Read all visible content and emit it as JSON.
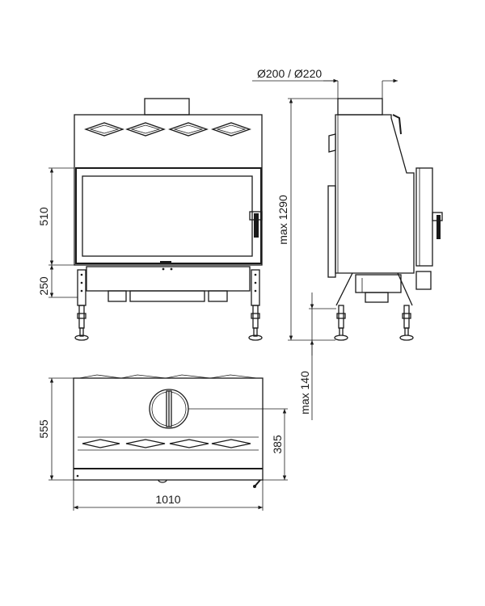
{
  "dimensions": {
    "flue_diameter": "Ø200 / Ø220",
    "front_door_height": "510",
    "front_base_height": "250",
    "total_height": "max 1290",
    "leg_height": "max 140",
    "depth": "555",
    "flue_offset": "385",
    "width": "1010"
  },
  "colors": {
    "line": "#1a1a1a",
    "background": "#ffffff",
    "fill_grey": "#dcdcdc"
  }
}
